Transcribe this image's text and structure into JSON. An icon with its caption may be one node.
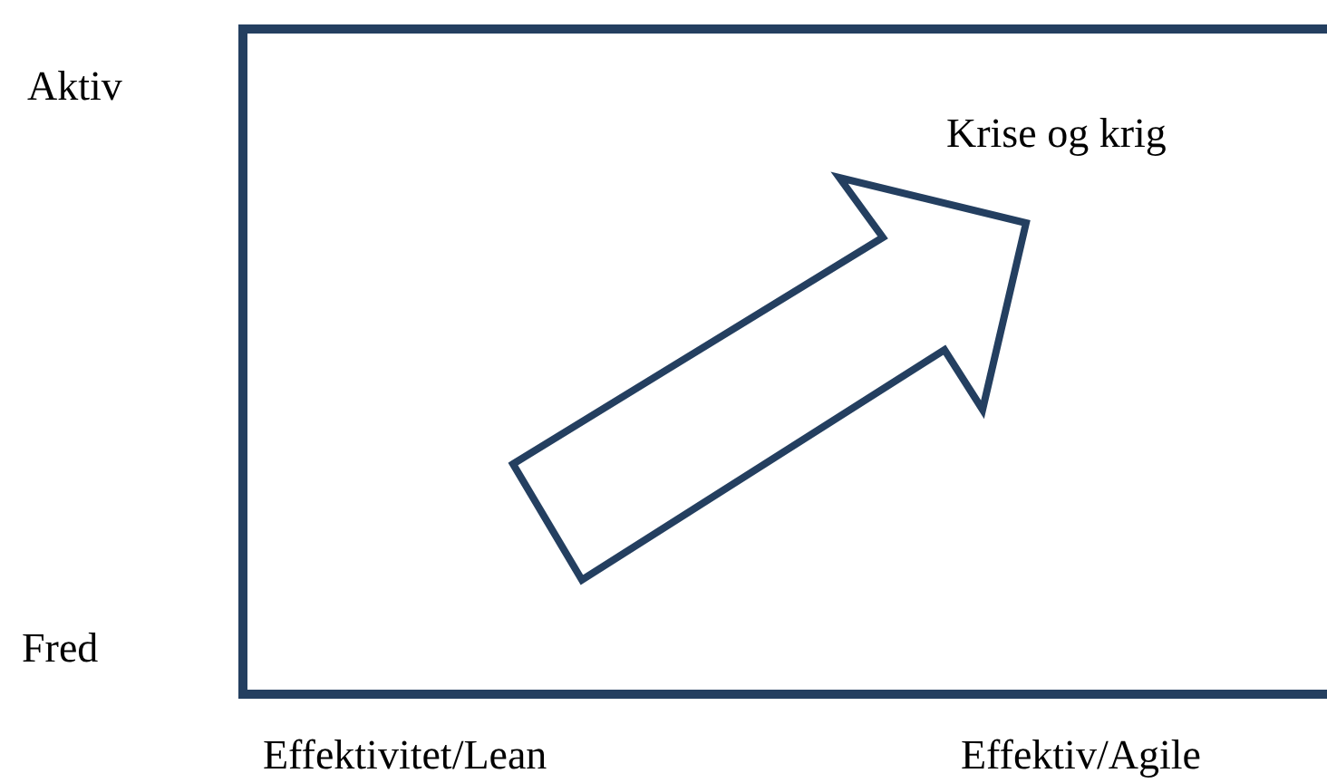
{
  "diagram": {
    "labels": [
      "Aktiv",
      "Krise og krig",
      "Fred",
      "Effektivitet/Lean",
      "Effektiv/Agile"
    ]
  }
}
